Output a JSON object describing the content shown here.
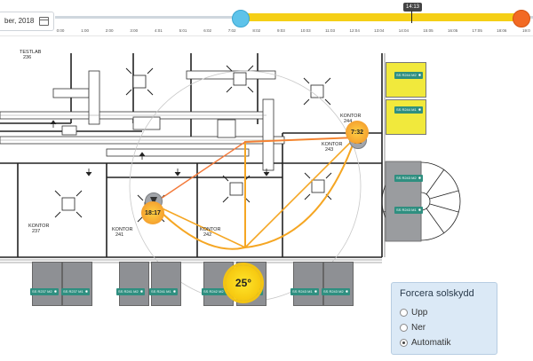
{
  "header": {
    "date_value": "ber, 2018",
    "time_ticks": [
      "0:00",
      "1:00",
      "2:00",
      "3:00",
      "4:01",
      "5:01",
      "6:02",
      "7:02",
      "8:02",
      "9:03",
      "10:03",
      "11:03",
      "12:04",
      "13:04",
      "14:04",
      "15:05",
      "16:05",
      "17:05",
      "18:06",
      "19:0"
    ],
    "current_time_flag": "14:13"
  },
  "rooms": {
    "testlab": {
      "name": "TESTLAB",
      "num": "236"
    },
    "kontor244": {
      "name": "KONTOR",
      "num": "244"
    },
    "kontor243": {
      "name": "KONTOR",
      "num": "243"
    },
    "kontor237": {
      "name": "KONTOR",
      "num": "237"
    },
    "kontor241": {
      "name": "KONTOR",
      "num": "241"
    },
    "kontor242": {
      "name": "KONTOR",
      "num": "242"
    }
  },
  "tags": {
    "r244_m2": "SS R244 M2",
    "r244_m1": "SS R244 M1",
    "r243_m2": "SS R243 M2",
    "r243_m1": "SS R243 M1",
    "r237_m2": "SS R237 M2",
    "r237_m1": "SS R237 M1",
    "r241_m2": "SS R241 M2",
    "r241_m1": "SS R241 M1",
    "r242_m2": "SS R242 M2",
    "r242_m1": "SS R242 M1",
    "r243_m1b": "SS R243 M1",
    "r243_m2b": "SS R243 M2"
  },
  "sun": {
    "elevation": "25°",
    "sunrise": "7:32",
    "sunset": "18:17",
    "colors": {
      "sun_path": "#f5a623",
      "sun_ray": "#f37a3a",
      "sun_fill": "#f6c810"
    }
  },
  "panel": {
    "title": "Forcera solskydd",
    "options": [
      "Upp",
      "Ner",
      "Automatik"
    ],
    "selected": "Automatik"
  }
}
